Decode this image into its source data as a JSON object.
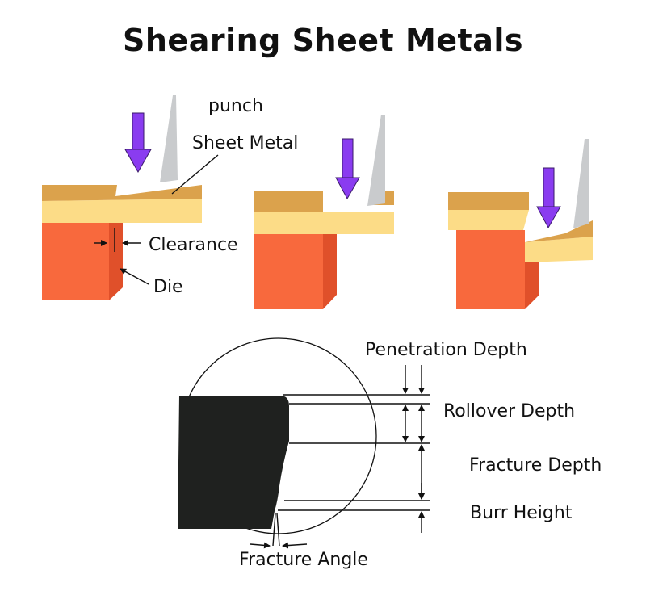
{
  "title": "Shearing Sheet Metals",
  "labels": {
    "punch": "punch",
    "sheet_metal": "Sheet Metal",
    "clearance": "Clearance",
    "die": "Die",
    "penetration_depth": "Penetration Depth",
    "rollover_depth": "Rollover Depth",
    "fracture_depth": "Fracture Depth",
    "burr_height": "Burr Height",
    "fracture_angle": "Fracture Angle"
  },
  "colors": {
    "die": "#f8693d",
    "die_shade": "#e0502a",
    "sheet_top": "#dba24c",
    "sheet_bottom": "#fcdc87",
    "punch": "#c9cbcd",
    "arrow": "#8a3cf0",
    "section": "#1f211f"
  }
}
